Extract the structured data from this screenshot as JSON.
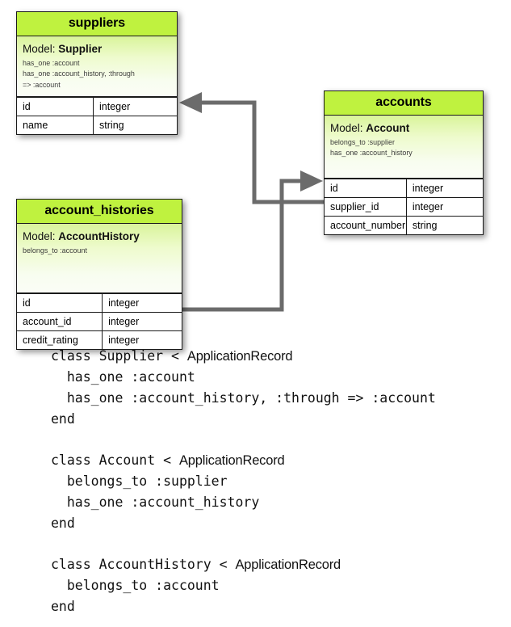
{
  "theme": {
    "title_green": "#bff23f",
    "model_gradient_top": "#d9f49a",
    "model_gradient_bottom": "#fbfdf6",
    "connector_gray": "#6b6b6b",
    "border_black": "#1a1a1a",
    "page_background": "#ffffff"
  },
  "diagram": {
    "entities": [
      {
        "id": "suppliers",
        "table_name": "suppliers",
        "model_label": "Model:",
        "model_name": "Supplier",
        "associations": [
          "has_one :account",
          "has_one :account_history, :through",
          "=> :account"
        ],
        "fields": [
          {
            "name": "id",
            "type": "integer"
          },
          {
            "name": "name",
            "type": "string"
          }
        ]
      },
      {
        "id": "accounts",
        "table_name": "accounts",
        "model_label": "Model:",
        "model_name": "Account",
        "associations": [
          "belongs_to :supplier",
          "has_one :account_history"
        ],
        "fields": [
          {
            "name": "id",
            "type": "integer"
          },
          {
            "name": "supplier_id",
            "type": "integer"
          },
          {
            "name": "account_number",
            "type": "string"
          }
        ]
      },
      {
        "id": "account_histories",
        "table_name": "account_histories",
        "model_label": "Model:",
        "model_name": "AccountHistory",
        "associations": [
          "belongs_to :account"
        ],
        "fields": [
          {
            "name": "id",
            "type": "integer"
          },
          {
            "name": "account_id",
            "type": "integer"
          },
          {
            "name": "credit_rating",
            "type": "integer"
          }
        ]
      }
    ],
    "relationships": [
      {
        "id": "accounts-supplier-id-to-suppliers-id",
        "from": "accounts.supplier_id",
        "to": "suppliers.id",
        "arrow": "left"
      },
      {
        "id": "account-histories-account-id-to-accounts-id",
        "from": "account_histories.account_id",
        "to": "accounts.id",
        "arrow": "right"
      }
    ]
  },
  "code": {
    "lines": [
      {
        "mono": "class Supplier < ",
        "cls": "ApplicationRecord"
      },
      {
        "mono": "  has_one :account",
        "cls": ""
      },
      {
        "mono": "  has_one :account_history, :through => :account",
        "cls": ""
      },
      {
        "mono": "end",
        "cls": ""
      },
      {
        "mono": "",
        "cls": ""
      },
      {
        "mono": "class Account < ",
        "cls": "ApplicationRecord"
      },
      {
        "mono": "  belongs_to :supplier",
        "cls": ""
      },
      {
        "mono": "  has_one :account_history",
        "cls": ""
      },
      {
        "mono": "end",
        "cls": ""
      },
      {
        "mono": "",
        "cls": ""
      },
      {
        "mono": "class AccountHistory < ",
        "cls": "ApplicationRecord"
      },
      {
        "mono": "  belongs_to :account",
        "cls": ""
      },
      {
        "mono": "end",
        "cls": ""
      }
    ]
  }
}
